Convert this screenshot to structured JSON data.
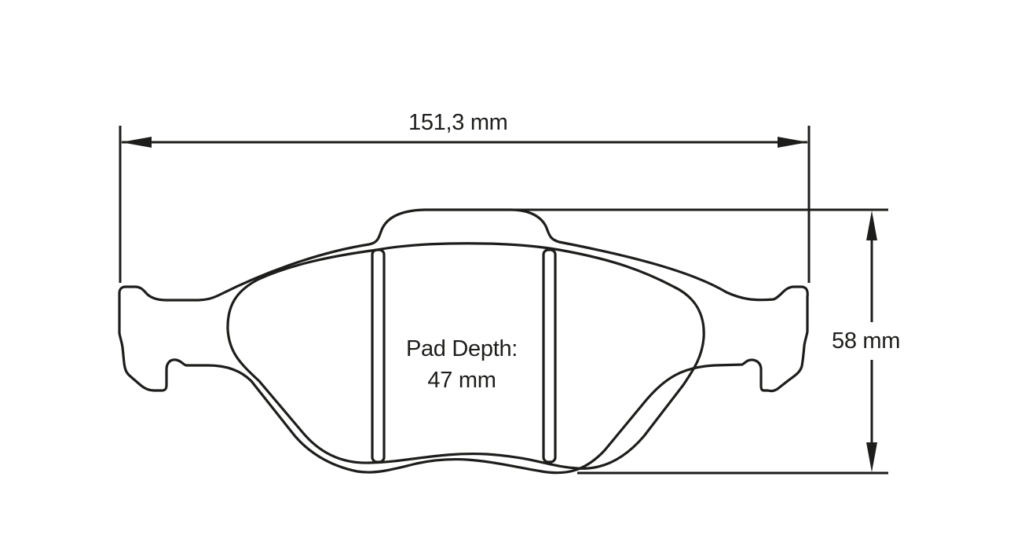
{
  "diagram": {
    "subject": "brake pad outline",
    "dimensions": {
      "width": {
        "label": "151,3 mm",
        "value": 151.3,
        "unit": "mm",
        "orientation": "horizontal"
      },
      "height": {
        "label": "58 mm",
        "value": 58,
        "unit": "mm",
        "orientation": "vertical"
      },
      "pad_depth": {
        "title": "Pad Depth:",
        "value_label": "47 mm",
        "value": 47,
        "unit": "mm"
      }
    },
    "colors": {
      "line": "#1d1d1b",
      "background": "#ffffff"
    }
  }
}
